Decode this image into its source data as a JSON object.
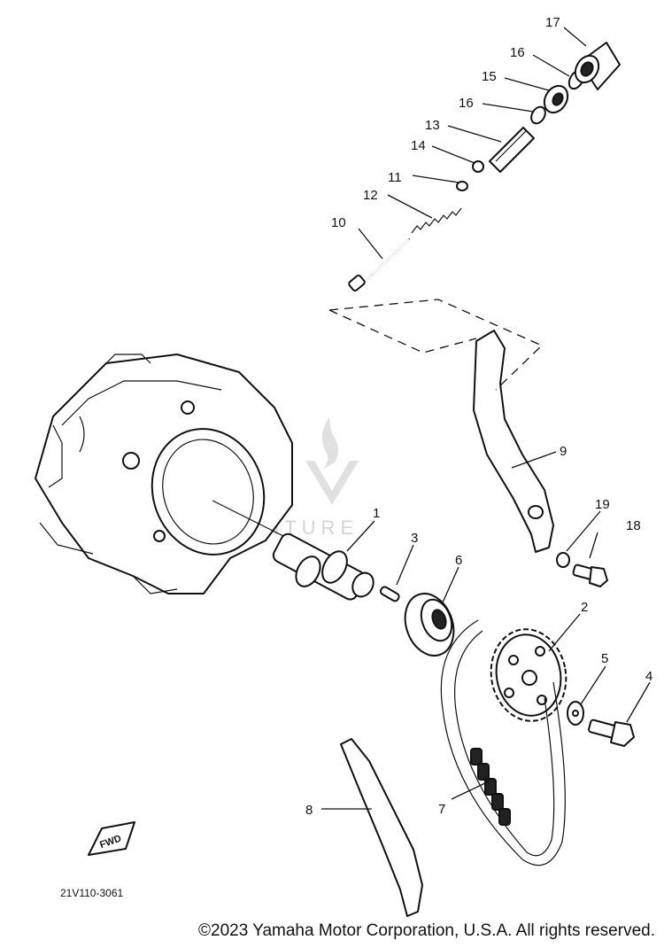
{
  "diagram": {
    "ref_code": "21V110-3061",
    "fwd_label": "FWD",
    "watermark": "VENTURE",
    "copyright": "©2023 Yamaha Motor Corporation, U.S.A. All rights reserved.",
    "callouts": [
      {
        "id": "1",
        "label": "1"
      },
      {
        "id": "2",
        "label": "2"
      },
      {
        "id": "3",
        "label": "3"
      },
      {
        "id": "4",
        "label": "4"
      },
      {
        "id": "5",
        "label": "5"
      },
      {
        "id": "6",
        "label": "6"
      },
      {
        "id": "7",
        "label": "7"
      },
      {
        "id": "8",
        "label": "8"
      },
      {
        "id": "9",
        "label": "9"
      },
      {
        "id": "10",
        "label": "10"
      },
      {
        "id": "11",
        "label": "11"
      },
      {
        "id": "12",
        "label": "12"
      },
      {
        "id": "13",
        "label": "13"
      },
      {
        "id": "14",
        "label": "14"
      },
      {
        "id": "15",
        "label": "15"
      },
      {
        "id": "16a",
        "label": "16"
      },
      {
        "id": "16b",
        "label": "16"
      },
      {
        "id": "17",
        "label": "17"
      },
      {
        "id": "18",
        "label": "18"
      },
      {
        "id": "19",
        "label": "19"
      }
    ]
  }
}
